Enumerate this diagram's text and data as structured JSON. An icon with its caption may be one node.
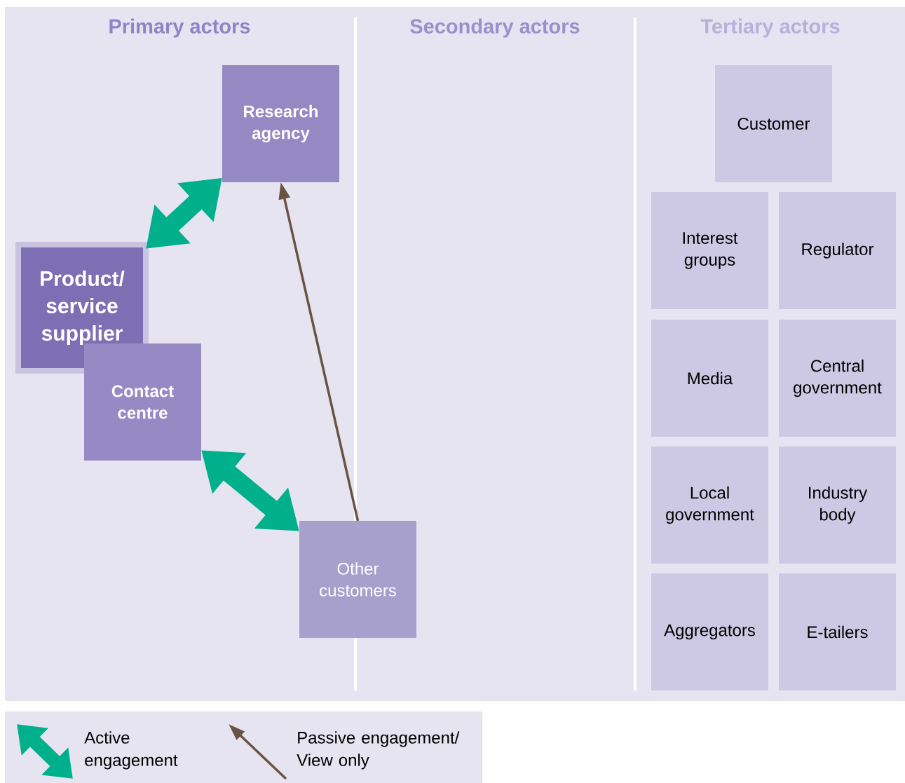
{
  "diagram": {
    "nodes": [
      {
        "text": [
          "Research agency"
        ]
      },
      {
        "text": [
          "Product/ service supplier"
        ]
      },
      {
        "text": [
          "Contact centre"
        ]
      },
      {
        "text": [
          "Other customers"
        ]
      },
      {
        "text": [
          "Customer"
        ]
      },
      {
        "text": [
          "Interest groups"
        ]
      },
      {
        "text": [
          "Regulator"
        ]
      },
      {
        "text": [
          "Media"
        ]
      },
      {
        "text": [
          "Central government"
        ]
      },
      {
        "text": [
          "Local government"
        ]
      },
      {
        "text": [
          "Industry body"
        ]
      },
      {
        "text": [
          "Aggregators"
        ]
      },
      {
        "text": [
          "E-tailers"
        ]
      }
    ],
    "edges": [
      {
        "from": 1,
        "to": 0,
        "arrow": "both",
        "color": "#00b08c"
      },
      {
        "from": 2,
        "to": 3,
        "arrow": "both",
        "color": "#00b08c"
      },
      {
        "from": 3,
        "to": 0,
        "arrow": "to",
        "color": "#6b5343"
      }
    ],
    "labels": [
      "Primary actors",
      "Secondary actors",
      "Tertiary actors"
    ],
    "legend": [
      {
        "text": "Active engagement"
      },
      {
        "text": "Passive engagement/ View only"
      }
    ]
  }
}
